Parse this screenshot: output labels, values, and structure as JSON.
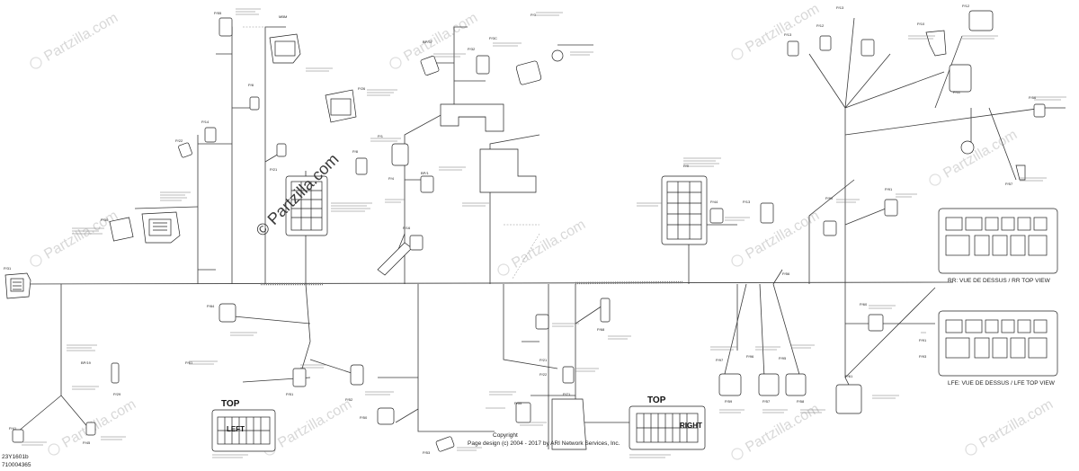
{
  "watermark": {
    "brand": "Partzilla.com",
    "logo_text": "© Partzilla.com"
  },
  "top_labels": {
    "left": "TOP",
    "right": "TOP"
  },
  "side_labels": {
    "left": "LEFT",
    "right": "RIGHT"
  },
  "fuse_box_captions": {
    "upper": "RR: VUE DE DESSUS / RR TOP VIEW",
    "lower": "LFE: VUE DE DESSUS / LFE TOP VIEW"
  },
  "copyright": {
    "line1": "Copyright",
    "line2": "Page design (c) 2004 - 2017 by ARI Network Services, Inc."
  },
  "drawing_codes": [
    "23Y1601b",
    "710004365"
  ]
}
